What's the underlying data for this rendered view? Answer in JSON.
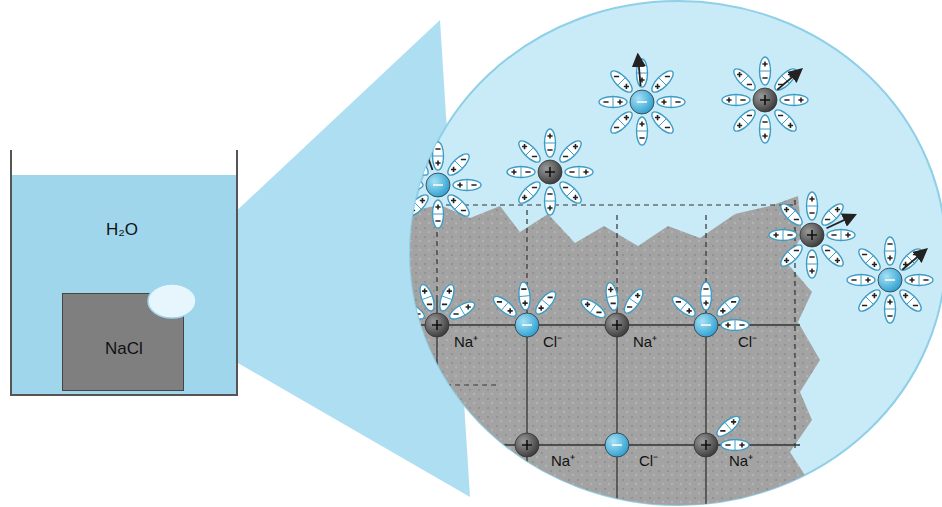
{
  "diagram": {
    "nodes": [
      {
        "text": [
          "H₂O"
        ]
      },
      {
        "text": [
          "NaCl"
        ],
        "in": 0
      }
    ],
    "labels": [
      "Na⁺",
      "Cl⁻",
      "Na⁺",
      "Cl⁻",
      "Na⁺",
      "Cl⁻",
      "Na⁺"
    ]
  }
}
